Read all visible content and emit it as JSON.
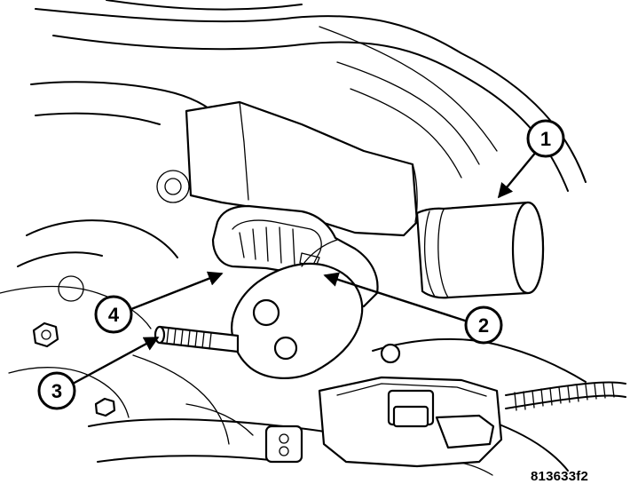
{
  "figure_id": "813633f2",
  "callouts": [
    {
      "number": "1"
    },
    {
      "number": "2"
    },
    {
      "number": "3"
    },
    {
      "number": "4"
    }
  ]
}
